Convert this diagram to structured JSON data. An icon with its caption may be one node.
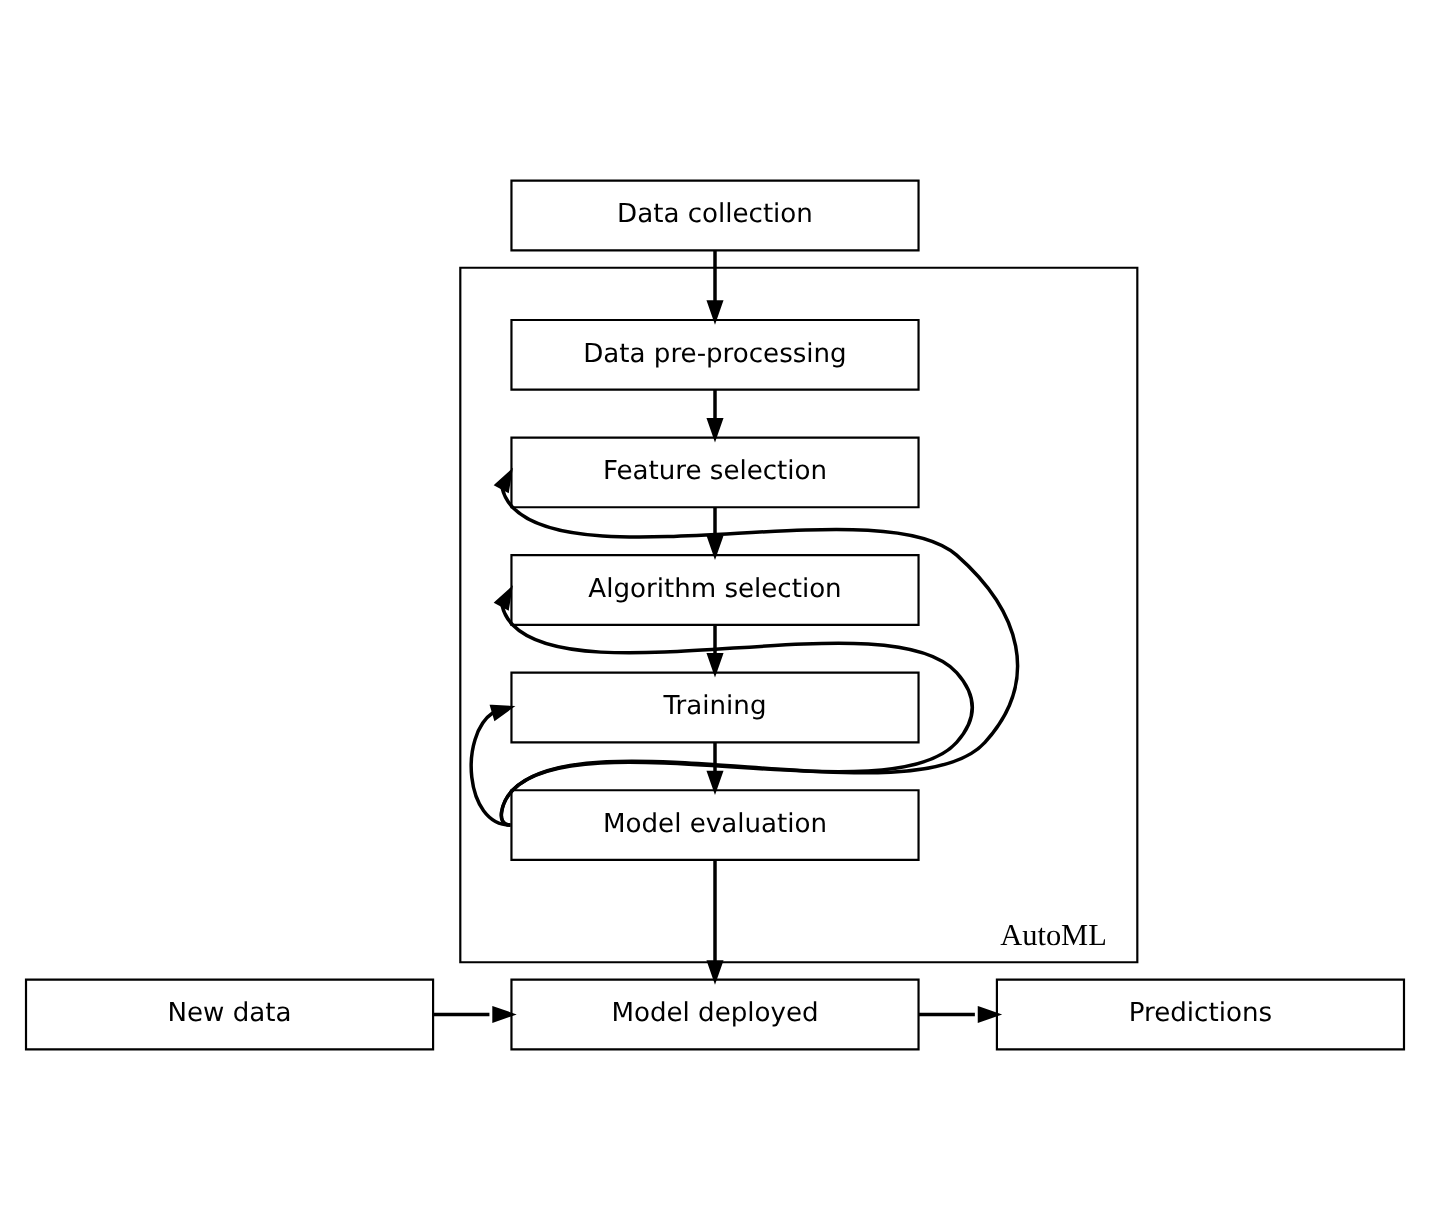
{
  "diagram": {
    "nodes": [
      {
        "text": [
          "Data collection"
        ]
      },
      {
        "text": [
          "AutoML"
        ]
      },
      {
        "text": [
          "Data pre-processing"
        ],
        "in": 1
      },
      {
        "text": [
          "Feature selection"
        ],
        "in": 1
      },
      {
        "text": [
          "Algorithm selection"
        ],
        "in": 1
      },
      {
        "text": [
          "Training"
        ],
        "in": 1
      },
      {
        "text": [
          "Model evaluation"
        ],
        "in": 1
      },
      {
        "text": [
          "New data"
        ]
      },
      {
        "text": [
          "Model deployed"
        ]
      },
      {
        "text": [
          "Predictions"
        ]
      }
    ],
    "edges": [
      {
        "from": 0,
        "to": 2,
        "arrow": "to"
      },
      {
        "from": 2,
        "to": 3,
        "arrow": "to"
      },
      {
        "from": 3,
        "to": 4,
        "arrow": "to"
      },
      {
        "from": 4,
        "to": 5,
        "arrow": "to"
      },
      {
        "from": 5,
        "to": 6,
        "arrow": "to"
      },
      {
        "from": 6,
        "to": 3,
        "arrow": "to"
      },
      {
        "from": 6,
        "to": 4,
        "arrow": "to"
      },
      {
        "from": 6,
        "to": 5,
        "arrow": "to"
      },
      {
        "from": 6,
        "to": 8,
        "arrow": "to"
      },
      {
        "from": 7,
        "to": 8,
        "arrow": "to"
      },
      {
        "from": 8,
        "to": 9,
        "arrow": "to"
      }
    ]
  }
}
